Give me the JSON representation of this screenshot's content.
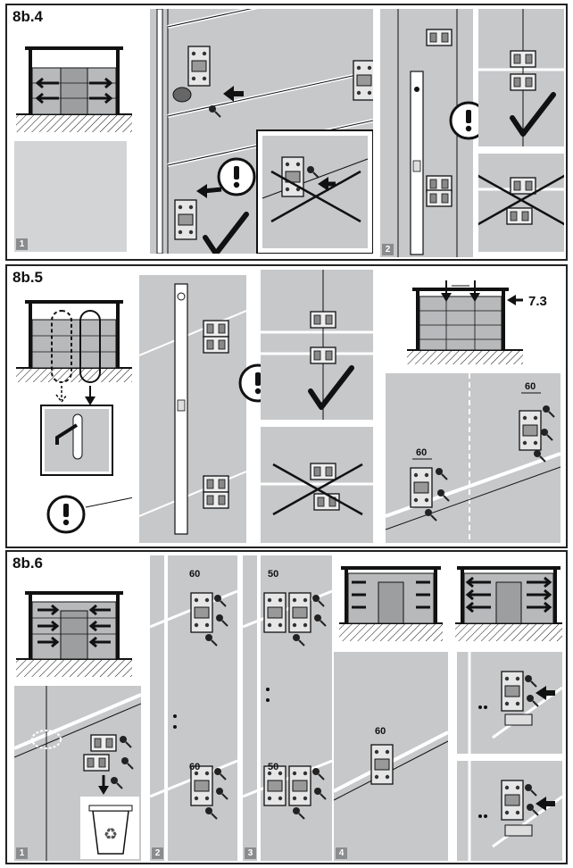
{
  "sections": [
    {
      "title": "8b.4",
      "steps": [
        "1",
        "2"
      ]
    },
    {
      "title": "8b.5",
      "reference": "7.3",
      "dims": [
        "60",
        "60"
      ]
    },
    {
      "title": "8b.6",
      "steps": [
        "1",
        "2",
        "3",
        "4"
      ],
      "dims": [
        "60",
        "60",
        "50",
        "50",
        "60"
      ]
    }
  ],
  "icons": {
    "warning": "exclamation-circle-icon",
    "correct": "checkmark-icon",
    "wrong": "cross-icon",
    "arrow": "arrow-icon",
    "recycle": "recycle-bin-icon",
    "handle": "door-handle-icon"
  },
  "colors": {
    "panel_gray": "#c6c8ca",
    "dark_gray": "#8a8c8e",
    "line": "#222222",
    "white": "#ffffff"
  }
}
